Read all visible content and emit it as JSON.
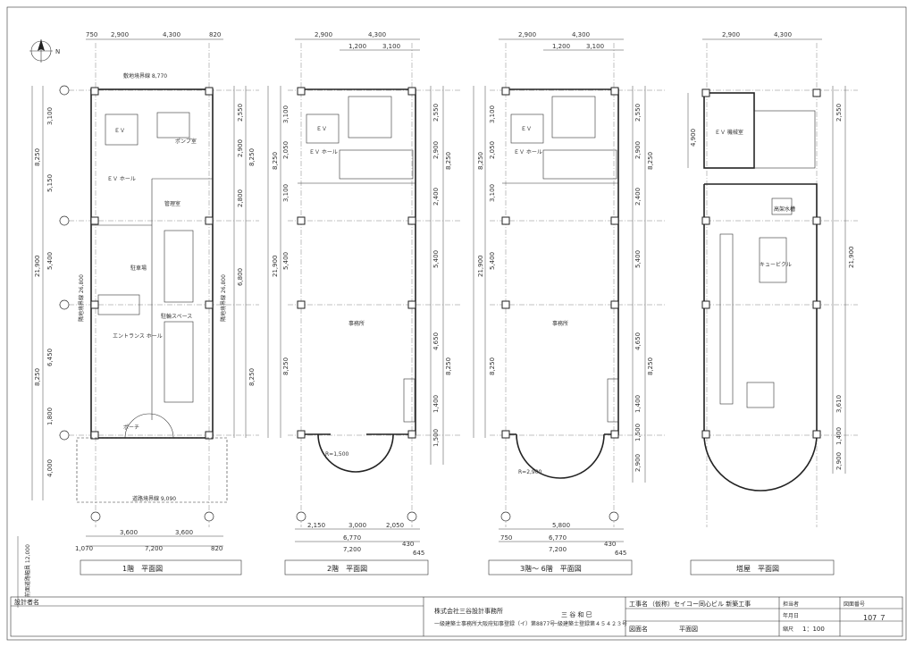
{
  "sheet": {
    "plans": [
      {
        "id": "1f",
        "caption": "1階　平面図",
        "top_dims": [
          "750",
          "2,900",
          "4,300",
          "820"
        ],
        "bottom_dims": [
          "3,600",
          "3,600"
        ],
        "bottom_total": "7,200",
        "bottom_edge_dims": [
          "1,070",
          "820"
        ],
        "left_dims": [
          "3,100",
          "5,150",
          "5,400",
          "6,450",
          "1,800",
          "4,000"
        ],
        "left_totals": [
          "8,250",
          "21,900",
          "8,250"
        ],
        "right_dims": [
          "2,550",
          "2,900",
          "2,800",
          "6,800"
        ],
        "right_totals": [
          "8,250",
          "8,250"
        ],
        "rooms": [
          "ＥＶ",
          "ポンプ室",
          "ＥＶ ホール",
          "管理室",
          "駐車場",
          "駐輪スペース",
          "エントランス ホール",
          "ポーチ"
        ],
        "notes": [
          "敷地境界線 8,770",
          "隣地境界線 26,800",
          "隣地境界線 26,800",
          "道路境界線 9,090",
          "前面道路幅員 12,000"
        ]
      },
      {
        "id": "2f",
        "caption": "2階　平面図",
        "top_dims": [
          "2,900",
          "4,300",
          "1,200",
          "3,100"
        ],
        "bottom_dims": [
          "2,150",
          "3,000",
          "2,050"
        ],
        "bottom_total": "6,770",
        "bottom_edge_dims": [
          "7,200",
          "430",
          "645"
        ],
        "left_dims": [
          "3,100",
          "2,050",
          "3,100",
          "5,400",
          "8,250"
        ],
        "left_totals": [
          "8,250",
          "21,900"
        ],
        "right_dims": [
          "2,550",
          "2,900",
          "2,400",
          "5,400",
          "4,650",
          "1,400",
          "1,500"
        ],
        "right_totals": [
          "8,250",
          "8,250"
        ],
        "rooms": [
          "ＥＶ",
          "ＥＶ ホール",
          "事務所"
        ],
        "notes": [
          "R=1,500"
        ]
      },
      {
        "id": "3f",
        "caption": "3階～ 6階　平面図",
        "top_dims": [
          "2,900",
          "4,300",
          "1,200",
          "3,100"
        ],
        "bottom_dims": [
          "5,800"
        ],
        "bottom_total": "6,770",
        "bottom_edge_dims": [
          "750",
          "7,200",
          "430",
          "645"
        ],
        "left_dims": [
          "3,100",
          "2,050",
          "3,100",
          "5,400",
          "8,250"
        ],
        "left_totals": [
          "8,250",
          "21,900"
        ],
        "right_dims": [
          "2,550",
          "2,900",
          "2,400",
          "5,400",
          "4,650",
          "1,400",
          "1,500",
          "2,900"
        ],
        "right_totals": [
          "8,250",
          "8,250"
        ],
        "rooms": [
          "ＥＶ",
          "ＥＶ ホール",
          "事務所"
        ],
        "notes": [
          "R=2,900"
        ]
      },
      {
        "id": "rf",
        "caption": "塔屋　平面図",
        "top_dims": [
          "2,900",
          "4,300"
        ],
        "bottom_dims": [],
        "bottom_total": "",
        "bottom_edge_dims": [],
        "left_dims": [
          "4,900"
        ],
        "left_totals": [],
        "right_dims": [
          "2,550",
          "21,900",
          "3,610",
          "1,400",
          "2,900"
        ],
        "right_totals": [],
        "rooms": [
          "ＥＶ 機械室",
          "高架水槽",
          "キュービクル"
        ],
        "notes": []
      }
    ],
    "title_block": {
      "drawer_label": "設計者名",
      "firm": "株式会社三谷設計事務所",
      "firm_reg": "一級建築士事務所大阪府知事登録（イ）第8877号",
      "architect": "三 谷 和 巳",
      "architect_reg": "一級建築士登録第４５４２３号",
      "project_label": "工事名",
      "project": "（仮称）セイコー同心ビル 新築工事",
      "drawing_label": "図面名",
      "drawing_name": "平面図",
      "date_label": "年月日",
      "scale_label": "縮尺",
      "scale": "1：100",
      "check_label": "担当者",
      "sheet_no_label": "図面番号",
      "sheet_no": "107 ７"
    },
    "north_mark": "N"
  }
}
